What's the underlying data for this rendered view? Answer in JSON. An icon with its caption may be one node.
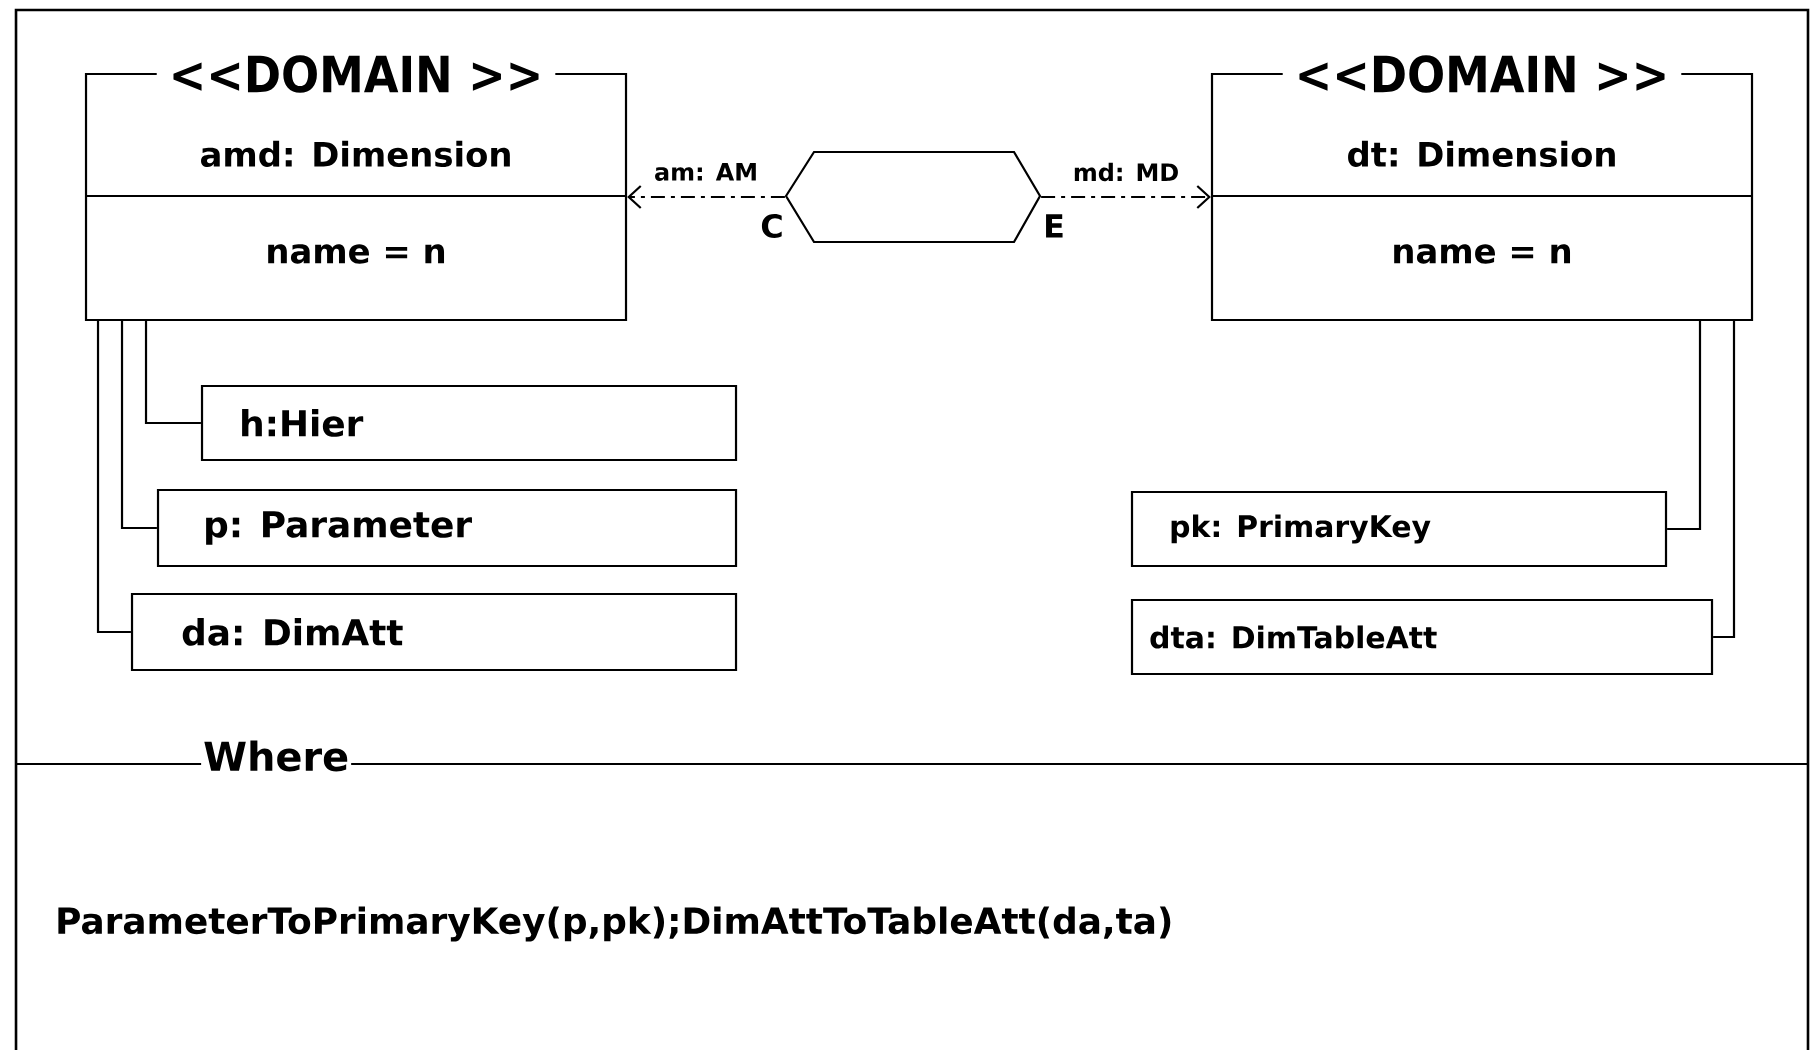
{
  "diagram": {
    "nodes": [
      {
        "text": [
          "<<DOMAIN >>",
          "amd: Dimension",
          "name = n"
        ]
      },
      {
        "text": [],
        "shape": "hexagon"
      },
      {
        "text": [
          "<<DOMAIN >>",
          "dt: Dimension",
          "name = n"
        ]
      },
      {
        "text": [
          "h:Hier"
        ]
      },
      {
        "text": [
          "p: Parameter"
        ]
      },
      {
        "text": [
          "da: DimAtt"
        ]
      },
      {
        "text": [
          "pk: PrimaryKey"
        ]
      },
      {
        "text": [
          "dta: DimTableAtt"
        ]
      },
      {
        "text": [
          "Where",
          "ParameterToPrimaryKey(p,pk);DimAttToTableAtt(da,ta)"
        ]
      }
    ],
    "edges": [
      {
        "from": 1,
        "to": 0,
        "arrow": "to",
        "label": "am: AM",
        "style": "dashed"
      },
      {
        "from": 1,
        "to": 2,
        "arrow": "to",
        "label": "md: MD",
        "style": "dashed"
      },
      {
        "from": 0,
        "to": 3,
        "arrow": "none"
      },
      {
        "from": 0,
        "to": 4,
        "arrow": "none"
      },
      {
        "from": 0,
        "to": 5,
        "arrow": "none"
      },
      {
        "from": 2,
        "to": 6,
        "arrow": "none"
      },
      {
        "from": 2,
        "to": 7,
        "arrow": "none"
      }
    ],
    "labels": [
      "C",
      "E"
    ]
  }
}
